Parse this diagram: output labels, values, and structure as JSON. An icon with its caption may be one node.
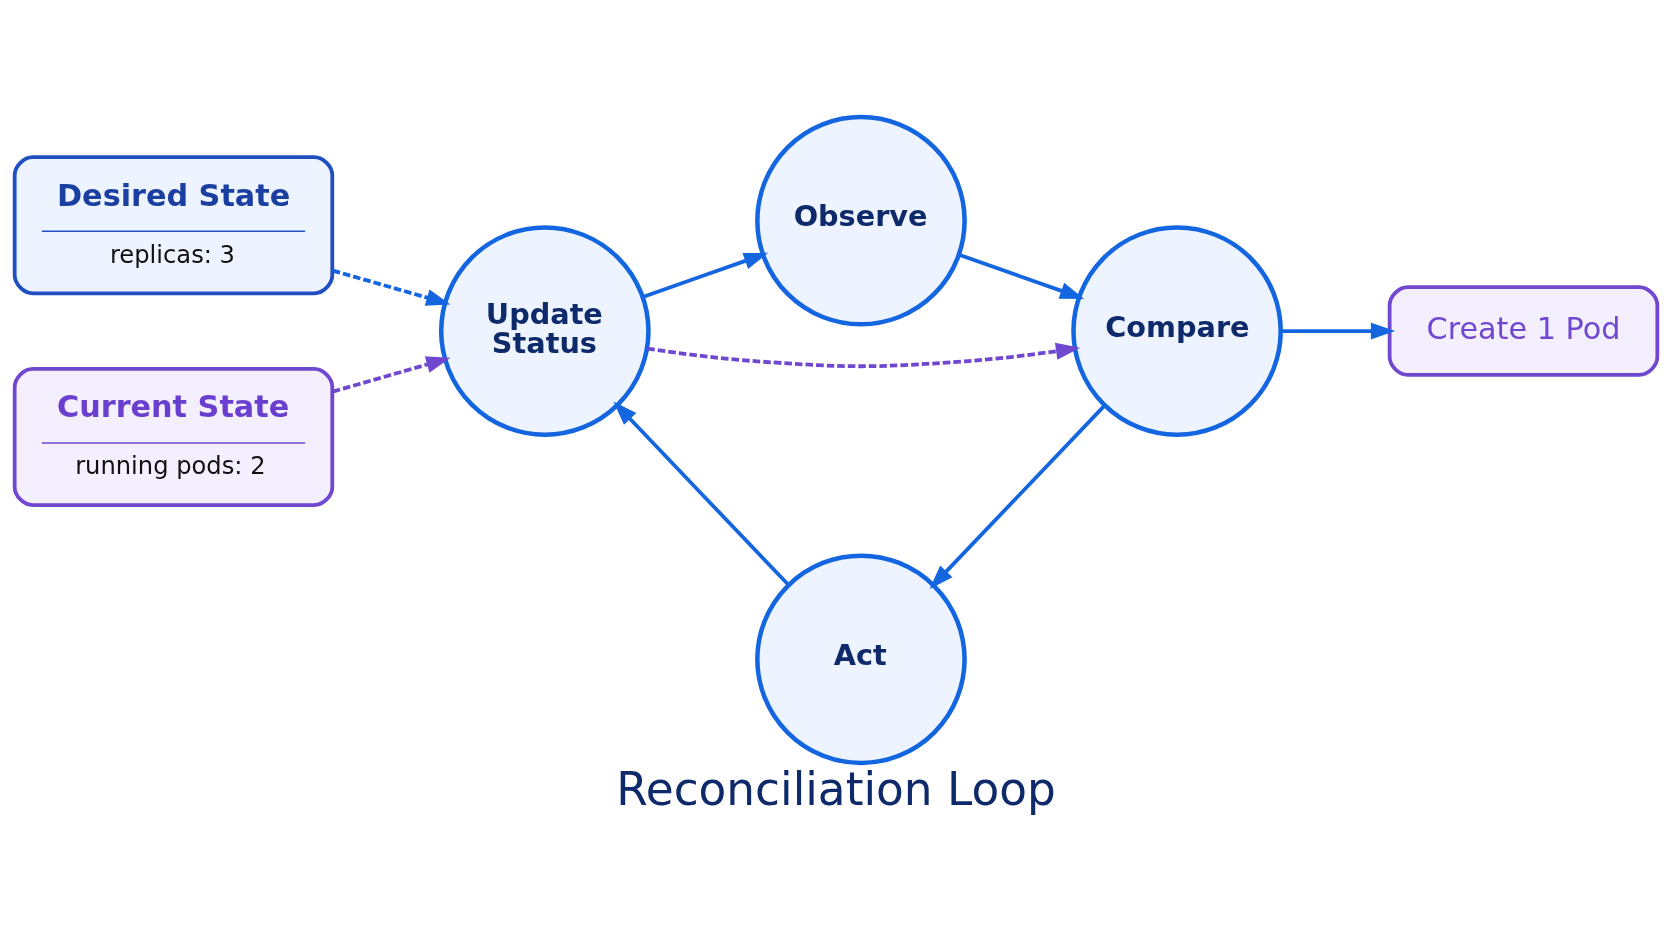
{
  "diagram": {
    "title": "Reconciliation Loop",
    "nodes": [
      {
        "text": [
          "Desired State",
          "replicas: 3"
        ]
      },
      {
        "text": [
          "Current State",
          "running pods: 2"
        ]
      },
      {
        "text": [
          "Update Status"
        ]
      },
      {
        "text": [
          "Observe"
        ]
      },
      {
        "text": [
          "Compare"
        ]
      },
      {
        "text": [
          "Act"
        ]
      },
      {
        "text": [
          "Create 1 Pod"
        ]
      }
    ],
    "edges": [
      {
        "from": 0,
        "to": 2,
        "arrow": "to",
        "style": "dashed"
      },
      {
        "from": 1,
        "to": 2,
        "arrow": "to",
        "style": "dashed",
        "color": "#7048d0"
      },
      {
        "from": 2,
        "to": 3,
        "arrow": "to"
      },
      {
        "from": 3,
        "to": 4,
        "arrow": "to"
      },
      {
        "from": 4,
        "to": 5,
        "arrow": "to"
      },
      {
        "from": 5,
        "to": 2,
        "arrow": "to"
      },
      {
        "from": 2,
        "to": 4,
        "arrow": "to",
        "style": "dashed",
        "color": "#7048d0"
      },
      {
        "from": 4,
        "to": 6,
        "arrow": "to"
      }
    ]
  }
}
